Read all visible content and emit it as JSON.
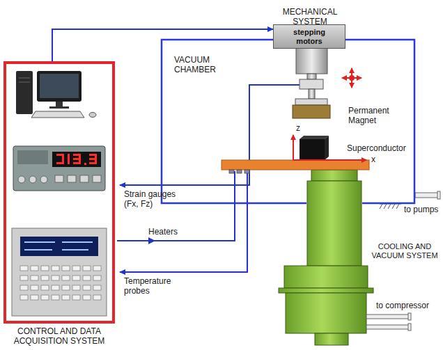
{
  "diagram": {
    "nodes": [
      {
        "text": [
          "CONTROL AND DATA ACQUISITION SYSTEM"
        ]
      },
      {
        "text": [
          "stepping motors"
        ]
      },
      {
        "text": [
          "VACUUM CHAMBER"
        ]
      }
    ],
    "edges": [
      {
        "from": 0,
        "to": 1,
        "arrow": "to"
      }
    ],
    "labels": [
      "MECHANICAL SYSTEM",
      "Permanent Magnet",
      "Superconductor",
      "z",
      "x",
      "Strain gauges (Fx, Fz)",
      "Heaters",
      "Temperature probes",
      "to pumps",
      "COOLING AND VACUUM SYSTEM",
      "to compressor"
    ]
  }
}
